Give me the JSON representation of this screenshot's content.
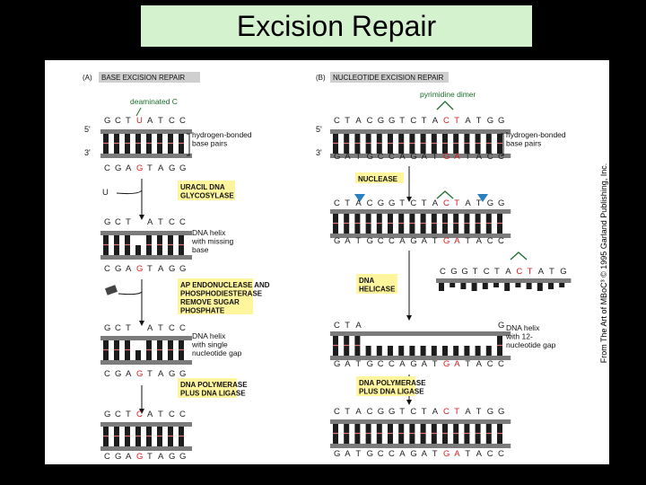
{
  "title": "Excision Repair",
  "credit": "From The Art of MBoC³ © 1995 Garland Publishing, Inc.",
  "colors": {
    "title_bg": "#d5f2cf",
    "yellow_box": "#fff59d",
    "header_box": "#cfcfcf",
    "lesion": "#d42020",
    "annotation": "#1a6e2a",
    "nuclease_marker": "#2a7fc0"
  },
  "panel_a": {
    "tag": "(A)",
    "header": "BASE EXCISION REPAIR",
    "deaminated_label": "deaminated C",
    "prime5": "5'",
    "prime3": "3'",
    "top_seq": [
      "G",
      "C",
      "T",
      "U",
      "A",
      "T",
      "C",
      "C"
    ],
    "bottom_seq": [
      "C",
      "G",
      "A",
      "G",
      "T",
      "A",
      "G",
      "G"
    ],
    "top_seq_missing": [
      "G",
      "C",
      "T",
      "",
      "A",
      "T",
      "C",
      "C"
    ],
    "top_seq_repaired": [
      "G",
      "C",
      "T",
      "C",
      "A",
      "T",
      "C",
      "C"
    ],
    "label_hbond": [
      "hydrogen-bonded",
      "base pairs"
    ],
    "step1_box": [
      "URACIL DNA",
      "GLYCOSYLASE"
    ],
    "step1_out": "U",
    "state2_label": [
      "DNA helix",
      "with missing",
      "base"
    ],
    "step2_box": [
      "AP ENDONUCLEASE AND",
      "PHOSPHODIESTERASE",
      "REMOVE SUGAR",
      "PHOSPHATE"
    ],
    "state3_label": [
      "DNA helix",
      "with single",
      "nucleotide gap"
    ],
    "step3_box": [
      "DNA POLYMERASE",
      "PLUS DNA LIGASE"
    ]
  },
  "panel_b": {
    "tag": "(B)",
    "header": "NUCLEOTIDE EXCISION REPAIR",
    "dimer_label": "pyrimidine dimer",
    "prime5": "5'",
    "prime3": "3'",
    "top_seq": [
      "C",
      "T",
      "A",
      "C",
      "G",
      "G",
      "T",
      "C",
      "T",
      "A",
      "C",
      "T",
      "A",
      "T",
      "G",
      "G"
    ],
    "bottom_seq": [
      "G",
      "A",
      "T",
      "G",
      "C",
      "C",
      "A",
      "G",
      "A",
      "T",
      "G",
      "A",
      "T",
      "A",
      "C",
      "C"
    ],
    "label_hbond": [
      "hydrogen-bonded",
      "base pairs"
    ],
    "step1_box": "NUCLEASE",
    "step2_box": [
      "DNA",
      "HELICASE"
    ],
    "excised_seq": [
      "C",
      "G",
      "G",
      "T",
      "C",
      "T",
      "A",
      "C",
      "T",
      "A",
      "T",
      "G"
    ],
    "gap_top_left": [
      "C",
      "T",
      "A"
    ],
    "gap_top_right": "G",
    "state3_label": [
      "DNA helix",
      "with 12-",
      "nucleotide gap"
    ],
    "step3_box": [
      "DNA POLYMERASE",
      "PLUS DNA LIGASE"
    ]
  }
}
